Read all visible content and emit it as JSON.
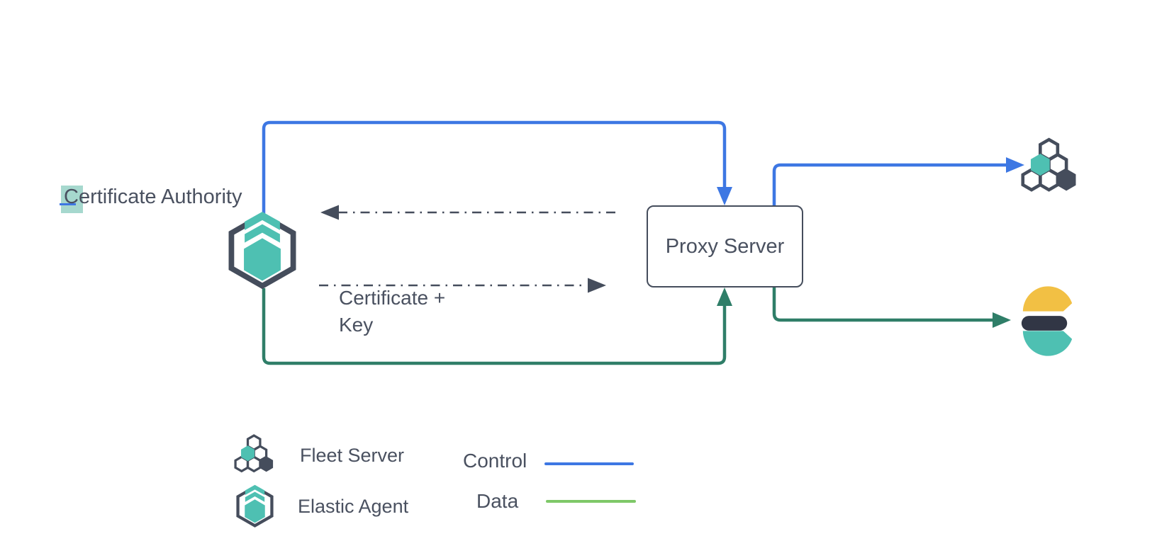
{
  "diagram": {
    "certificate_authority_label": "Certificate Authority",
    "proxy_server_label": "Proxy Server",
    "certificate_key_label": "Certificate +\nKey"
  },
  "legend": {
    "fleet_server_label": "Fleet Server",
    "elastic_agent_label": "Elastic Agent",
    "control_label": "Control",
    "data_label": "Data"
  },
  "icons": {
    "elastic_agent": "elastic-agent-icon",
    "fleet_server": "fleet-server-icon",
    "elasticsearch": "elasticsearch-icon"
  },
  "colors": {
    "control_blue": "#3d77e3",
    "data_green": "#2f7e68",
    "legend_data_green": "#7ec868",
    "teal": "#4ec0b2",
    "outline_slate": "#454d5c",
    "text_slate": "#4a5160",
    "logo_dark": "#313645",
    "logo_yellow": "#f2c044",
    "selection_teal": "#a6d8ce",
    "background": "#ffffff"
  }
}
